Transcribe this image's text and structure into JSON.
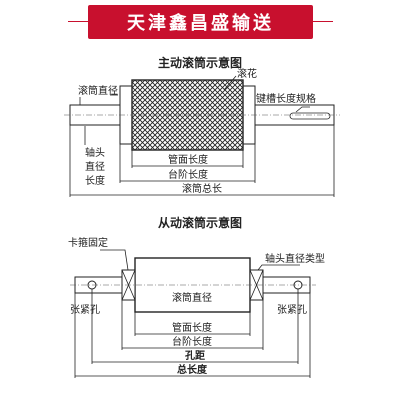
{
  "banner": {
    "text": "天津鑫昌盛输送",
    "color": "#c8102e"
  },
  "drive_roller": {
    "title": "主动滚筒示意图",
    "labels": {
      "knurling": "滚花",
      "roller_diameter": "滚筒直径",
      "keyway_spec": "键槽长度规格",
      "shaft_head": "轴头",
      "shaft_diameter": "直径",
      "shaft_length": "长度",
      "pipe_length": "管面长度",
      "step_length": "台阶长度",
      "total_length": "滚筒总长"
    }
  },
  "driven_roller": {
    "title": "从动滚筒示意图",
    "labels": {
      "circlip": "卡箍固定",
      "shaft_type": "轴头直径类型",
      "roller_diameter": "滚筒直径",
      "tension_hole_left": "张紧孔",
      "tension_hole_right": "张紧孔",
      "pipe_length": "管面长度",
      "step_length": "台阶长度",
      "hole_distance": "孔距",
      "total_length": "总长度"
    }
  }
}
